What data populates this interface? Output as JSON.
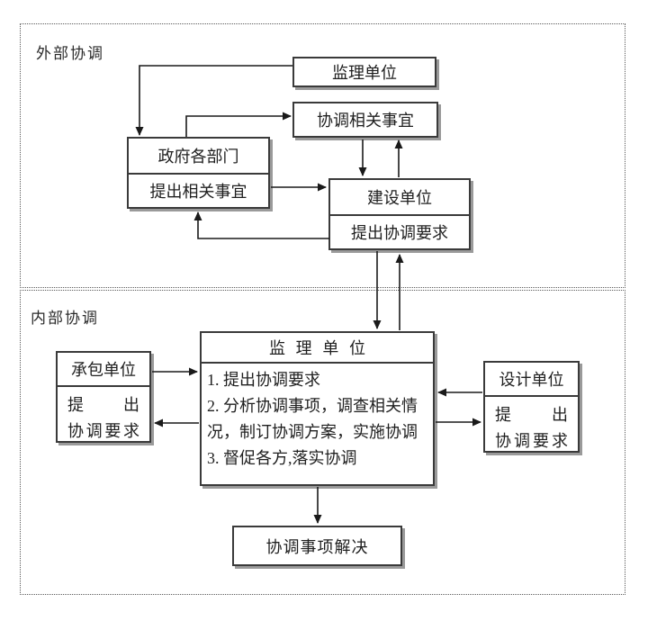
{
  "diagram": {
    "external_section": {
      "label": "外部协调",
      "supervision_unit": {
        "title": "监理单位"
      },
      "coordination_matters": {
        "title": "协调相关事宜"
      },
      "government_departments": {
        "title": "政府各部门",
        "action": "提出相关事宜"
      },
      "construction_unit": {
        "title": "建设单位",
        "action": "提出协调要求"
      }
    },
    "internal_section": {
      "label": "内部协调",
      "supervision_unit": {
        "title": "监理单位",
        "tasks": [
          "1. 提出协调要求",
          "2. 分析协调事项，调查相关情况，制订协调方案，实施协调",
          "3. 督促各方,落实协调"
        ]
      },
      "contractor_unit": {
        "title": "承包单位",
        "action_line1": "提出",
        "action_line2": "协调要求"
      },
      "design_unit": {
        "title": "设计单位",
        "action_line1": "提出",
        "action_line2": "协调要求"
      },
      "outcome": {
        "title": "协调事项解决"
      }
    },
    "colors": {
      "line": "#1a1a1a",
      "box_border": "#3a3a3a",
      "box_shadow": "#9a9a9a",
      "dotted_border": "#5a5a5a"
    }
  }
}
